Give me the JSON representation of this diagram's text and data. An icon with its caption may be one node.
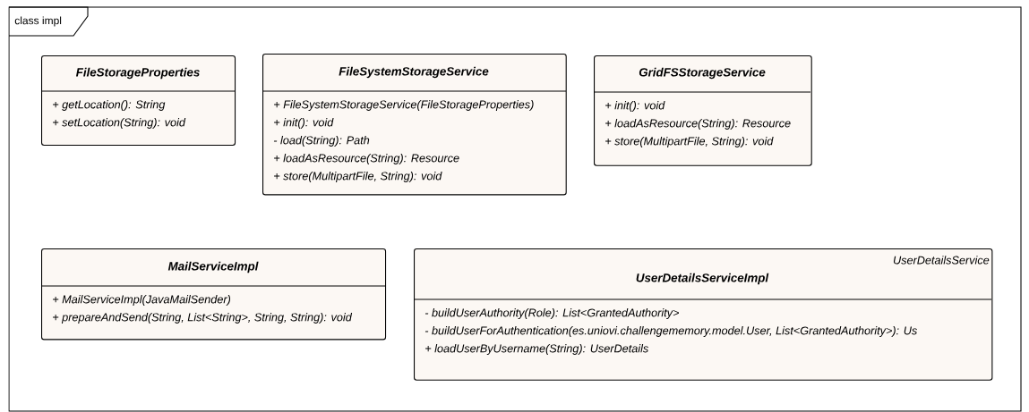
{
  "diagram": {
    "nodes": [
      {
        "text": [
          "class impl"
        ]
      },
      {
        "text": [
          "FileStorageProperties",
          "+ getLocation(): String",
          "+ setLocation(String): void"
        ],
        "in": 0
      },
      {
        "text": [
          "FileSystemStorageService",
          "+ FileSystemStorageService(FileStorageProperties)",
          "+ init(): void",
          "- load(String): Path",
          "+ loadAsResource(String): Resource",
          "+ store(MultipartFile, String): void"
        ],
        "in": 0
      },
      {
        "text": [
          "GridFSStorageService",
          "+ init(): void",
          "+ loadAsResource(String): Resource",
          "+ store(MultipartFile, String): void"
        ],
        "in": 0
      },
      {
        "text": [
          "MailServiceImpl",
          "+ MailServiceImpl(JavaMailSender)",
          "+ prepareAndSend(String, List<String>, String, String): void"
        ],
        "in": 0
      },
      {
        "text": [
          "UserDetailsService",
          "UserDetailsServiceImpl",
          "- buildUserAuthority(Role): List<GrantedAuthority>",
          "- buildUserForAuthentication(es.uniovi.challengememory.model.User, List<GrantedAuthority>): Us",
          "+ loadUserByUsername(String): UserDetails"
        ],
        "in": 0
      }
    ]
  }
}
